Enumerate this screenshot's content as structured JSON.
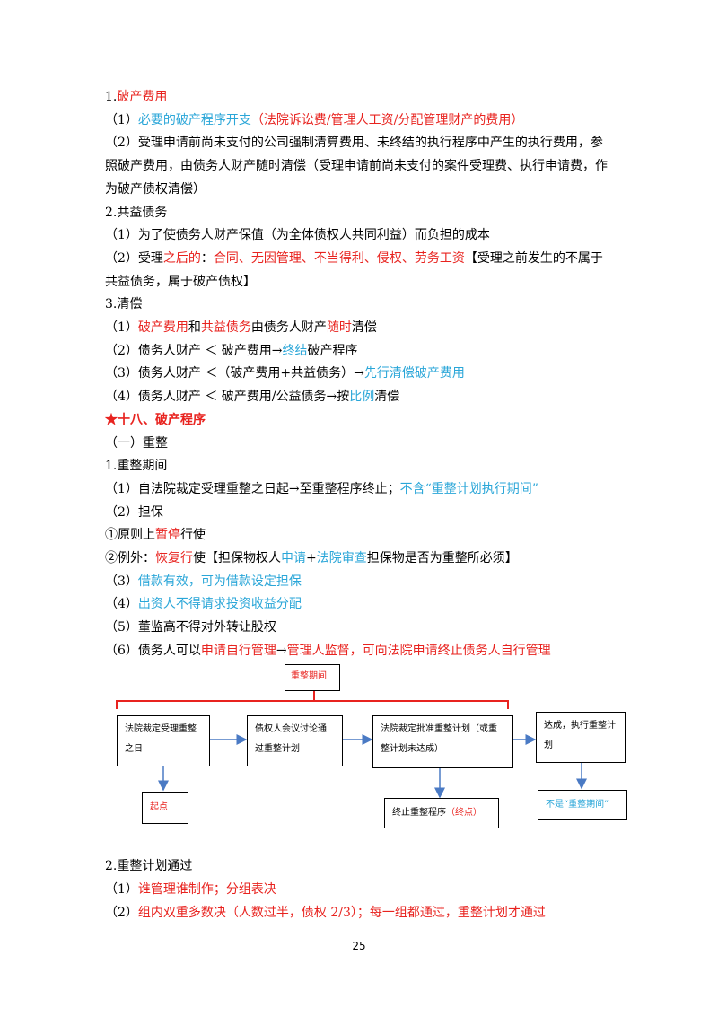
{
  "lines": [
    {
      "segs": [
        {
          "t": "1."
        },
        {
          "t": "破产费用",
          "c": "red"
        }
      ]
    },
    {
      "segs": [
        {
          "t": "（1）"
        },
        {
          "t": "必要的破产程序开支",
          "c": "blue"
        },
        {
          "t": "（法院诉讼费/管理人工资/分配管理财产的费用）",
          "c": "red"
        }
      ]
    },
    {
      "segs": [
        {
          "t": "（2）受理申请前尚未支付的公司强制清算费用、未终结的执行程序中产生的执行费用，参"
        }
      ]
    },
    {
      "segs": [
        {
          "t": "照破产费用，由债务人财产随时清偿（受理申请前尚未支付的案件受理费、执行申请费，作"
        }
      ]
    },
    {
      "segs": [
        {
          "t": "为破产债权清偿）"
        }
      ]
    },
    {
      "segs": [
        {
          "t": "2.共益债务"
        }
      ]
    },
    {
      "segs": [
        {
          "t": "（1）为了使债务人财产保值（为全体债权人共同利益）而负担的成本"
        }
      ]
    },
    {
      "segs": [
        {
          "t": "（2）受理"
        },
        {
          "t": "之后的",
          "c": "red"
        },
        {
          "t": "："
        },
        {
          "t": "合同、无因管理、不当得利、侵权、劳务工资",
          "c": "red"
        },
        {
          "t": "【受理之前发生的不属于"
        }
      ]
    },
    {
      "segs": [
        {
          "t": "共益债务，属于破产债权】"
        }
      ]
    },
    {
      "segs": [
        {
          "t": "3.清偿"
        }
      ]
    },
    {
      "segs": [
        {
          "t": "（1）"
        },
        {
          "t": "破产费用",
          "c": "red"
        },
        {
          "t": "和"
        },
        {
          "t": "共益债务",
          "c": "red"
        },
        {
          "t": "由债务人财产"
        },
        {
          "t": "随时",
          "c": "red"
        },
        {
          "t": "清偿"
        }
      ]
    },
    {
      "segs": [
        {
          "t": "（2）债务人财产 ＜ 破产费用→"
        },
        {
          "t": "终结",
          "c": "blue"
        },
        {
          "t": "破产程序"
        }
      ]
    },
    {
      "segs": [
        {
          "t": "（3）债务人财产 ＜（破产费用+共益债务）→"
        },
        {
          "t": "先行清偿破产费用",
          "c": "blue"
        }
      ]
    },
    {
      "segs": [
        {
          "t": "（4）债务人财产 ＜ 破产费用/公益债务→按"
        },
        {
          "t": "比例",
          "c": "blue"
        },
        {
          "t": "清偿"
        }
      ]
    },
    {
      "segs": [
        {
          "t": "★十八、破产程序",
          "c": "red",
          "b": true
        }
      ]
    },
    {
      "segs": [
        {
          "t": "（一）重整"
        }
      ]
    },
    {
      "segs": [
        {
          "t": "1.重整期间"
        }
      ]
    },
    {
      "segs": [
        {
          "t": "（1）自法院裁定受理重整之日起→至重整程序终止；"
        },
        {
          "t": "不含“重整计划执行期间”",
          "c": "blue"
        }
      ]
    },
    {
      "segs": [
        {
          "t": "（2）担保"
        }
      ]
    },
    {
      "segs": [
        {
          "t": "①原则上"
        },
        {
          "t": "暂停",
          "c": "red"
        },
        {
          "t": "行使"
        }
      ]
    },
    {
      "segs": [
        {
          "t": "②例外："
        },
        {
          "t": "恢复行",
          "c": "red"
        },
        {
          "t": "使【担保物权人"
        },
        {
          "t": "申请",
          "c": "blue"
        },
        {
          "t": "+"
        },
        {
          "t": "法院审查",
          "c": "blue"
        },
        {
          "t": "担保物是否为重整所必须】"
        }
      ]
    },
    {
      "segs": [
        {
          "t": "（3）"
        },
        {
          "t": "借款有效，可为借款设定担保",
          "c": "blue"
        }
      ]
    },
    {
      "segs": [
        {
          "t": "（4）"
        },
        {
          "t": "出资人不得请求投资收益分配",
          "c": "blue"
        }
      ]
    },
    {
      "segs": [
        {
          "t": "（5）董监高不得对外转让股权"
        }
      ]
    },
    {
      "segs": [
        {
          "t": "（6）债务人可以"
        },
        {
          "t": "申请自行管理",
          "c": "red"
        },
        {
          "t": "→"
        },
        {
          "t": "管理人监督，可向法院申请终止债务人自行管理",
          "c": "red"
        }
      ]
    }
  ],
  "lines2": [
    {
      "segs": [
        {
          "t": "2.重整计划通过"
        }
      ]
    },
    {
      "segs": [
        {
          "t": "（1）"
        },
        {
          "t": "谁管理谁制作；分组表决",
          "c": "red"
        }
      ]
    },
    {
      "segs": [
        {
          "t": "（2）"
        },
        {
          "t": "组内双重多数决（人数过半，债权 2/3）；每一组都通过，重整计划才通过",
          "c": "red"
        }
      ]
    }
  ],
  "diagram": {
    "period": "重整期间",
    "box1": "法院裁定受理重整之日",
    "box2": "债权人会议讨论通过重整计划",
    "box3": "法院裁定批准重整计划（或重整计划未达成）",
    "box4": "达成，执行重整计划",
    "start": "起点",
    "end_prefix": "终止重整程序",
    "end_note": "（终点）",
    "not_period": "不是“重整期间”"
  },
  "page_number": "25"
}
